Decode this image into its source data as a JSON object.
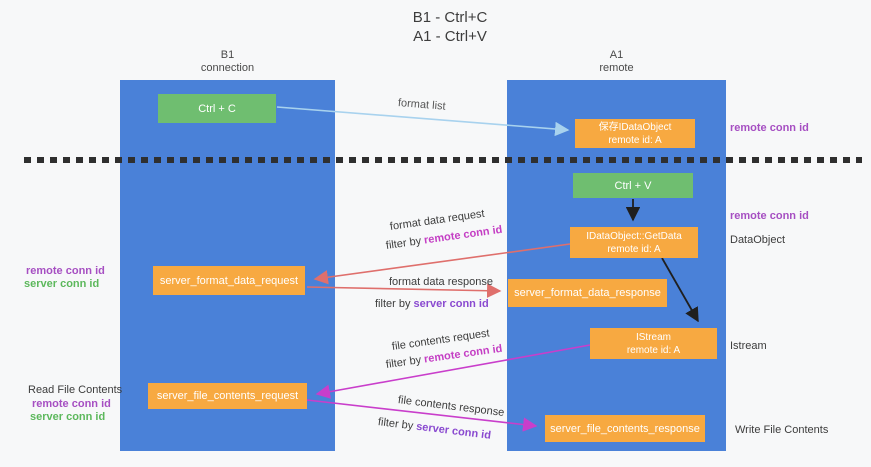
{
  "title": {
    "line1": "B1 - Ctrl+C",
    "line2": "A1 - Ctrl+V"
  },
  "columns": {
    "left": {
      "name": "B1",
      "role": "connection"
    },
    "right": {
      "name": "A1",
      "role": "remote"
    }
  },
  "boxes": {
    "ctrl_c": "Ctrl + C",
    "save_idataobject": {
      "line1": "保存IDataObject",
      "line2": "remote id: A"
    },
    "ctrl_v": "Ctrl + V",
    "getdata": {
      "line1": "IDataObject::GetData",
      "line2": "remote id: A"
    },
    "format_request": "server_format_data_request",
    "format_response": "server_format_data_response",
    "istream": {
      "line1": "IStream",
      "line2": "remote id: A"
    },
    "file_request": "server_file_contents_request",
    "file_response": "server_file_contents_response"
  },
  "arrow_labels": {
    "format_list": "format list",
    "format_data_request": "format data request",
    "format_data_response": "format data response",
    "file_contents_request": "file contents request",
    "file_contents_response": "file contents response",
    "filter_by": "filter by ",
    "remote_conn_id": "remote conn id",
    "server_conn_id": "server conn id"
  },
  "side_labels": {
    "remote_conn_id": "remote conn id",
    "server_conn_id": "server conn id",
    "dataobject": "DataObject",
    "istream": "Istream",
    "read_file_contents": "Read File Contents",
    "write_file_contents": "Write File Contents"
  },
  "colors": {
    "column_blue": "#4a81d8",
    "box_orange": "#f7a941",
    "box_green": "#6fbe70",
    "arrow_lightblue": "#a8d2ee",
    "arrow_red": "#df6f6c",
    "arrow_magenta": "#c93ecb",
    "arrow_black": "#1f1f1f",
    "side_remote_purple": "#a64fc2",
    "side_server_green": "#5cb85c",
    "filter_remote_magenta": "#c43ec4",
    "filter_server_violet": "#8a4ad0"
  }
}
